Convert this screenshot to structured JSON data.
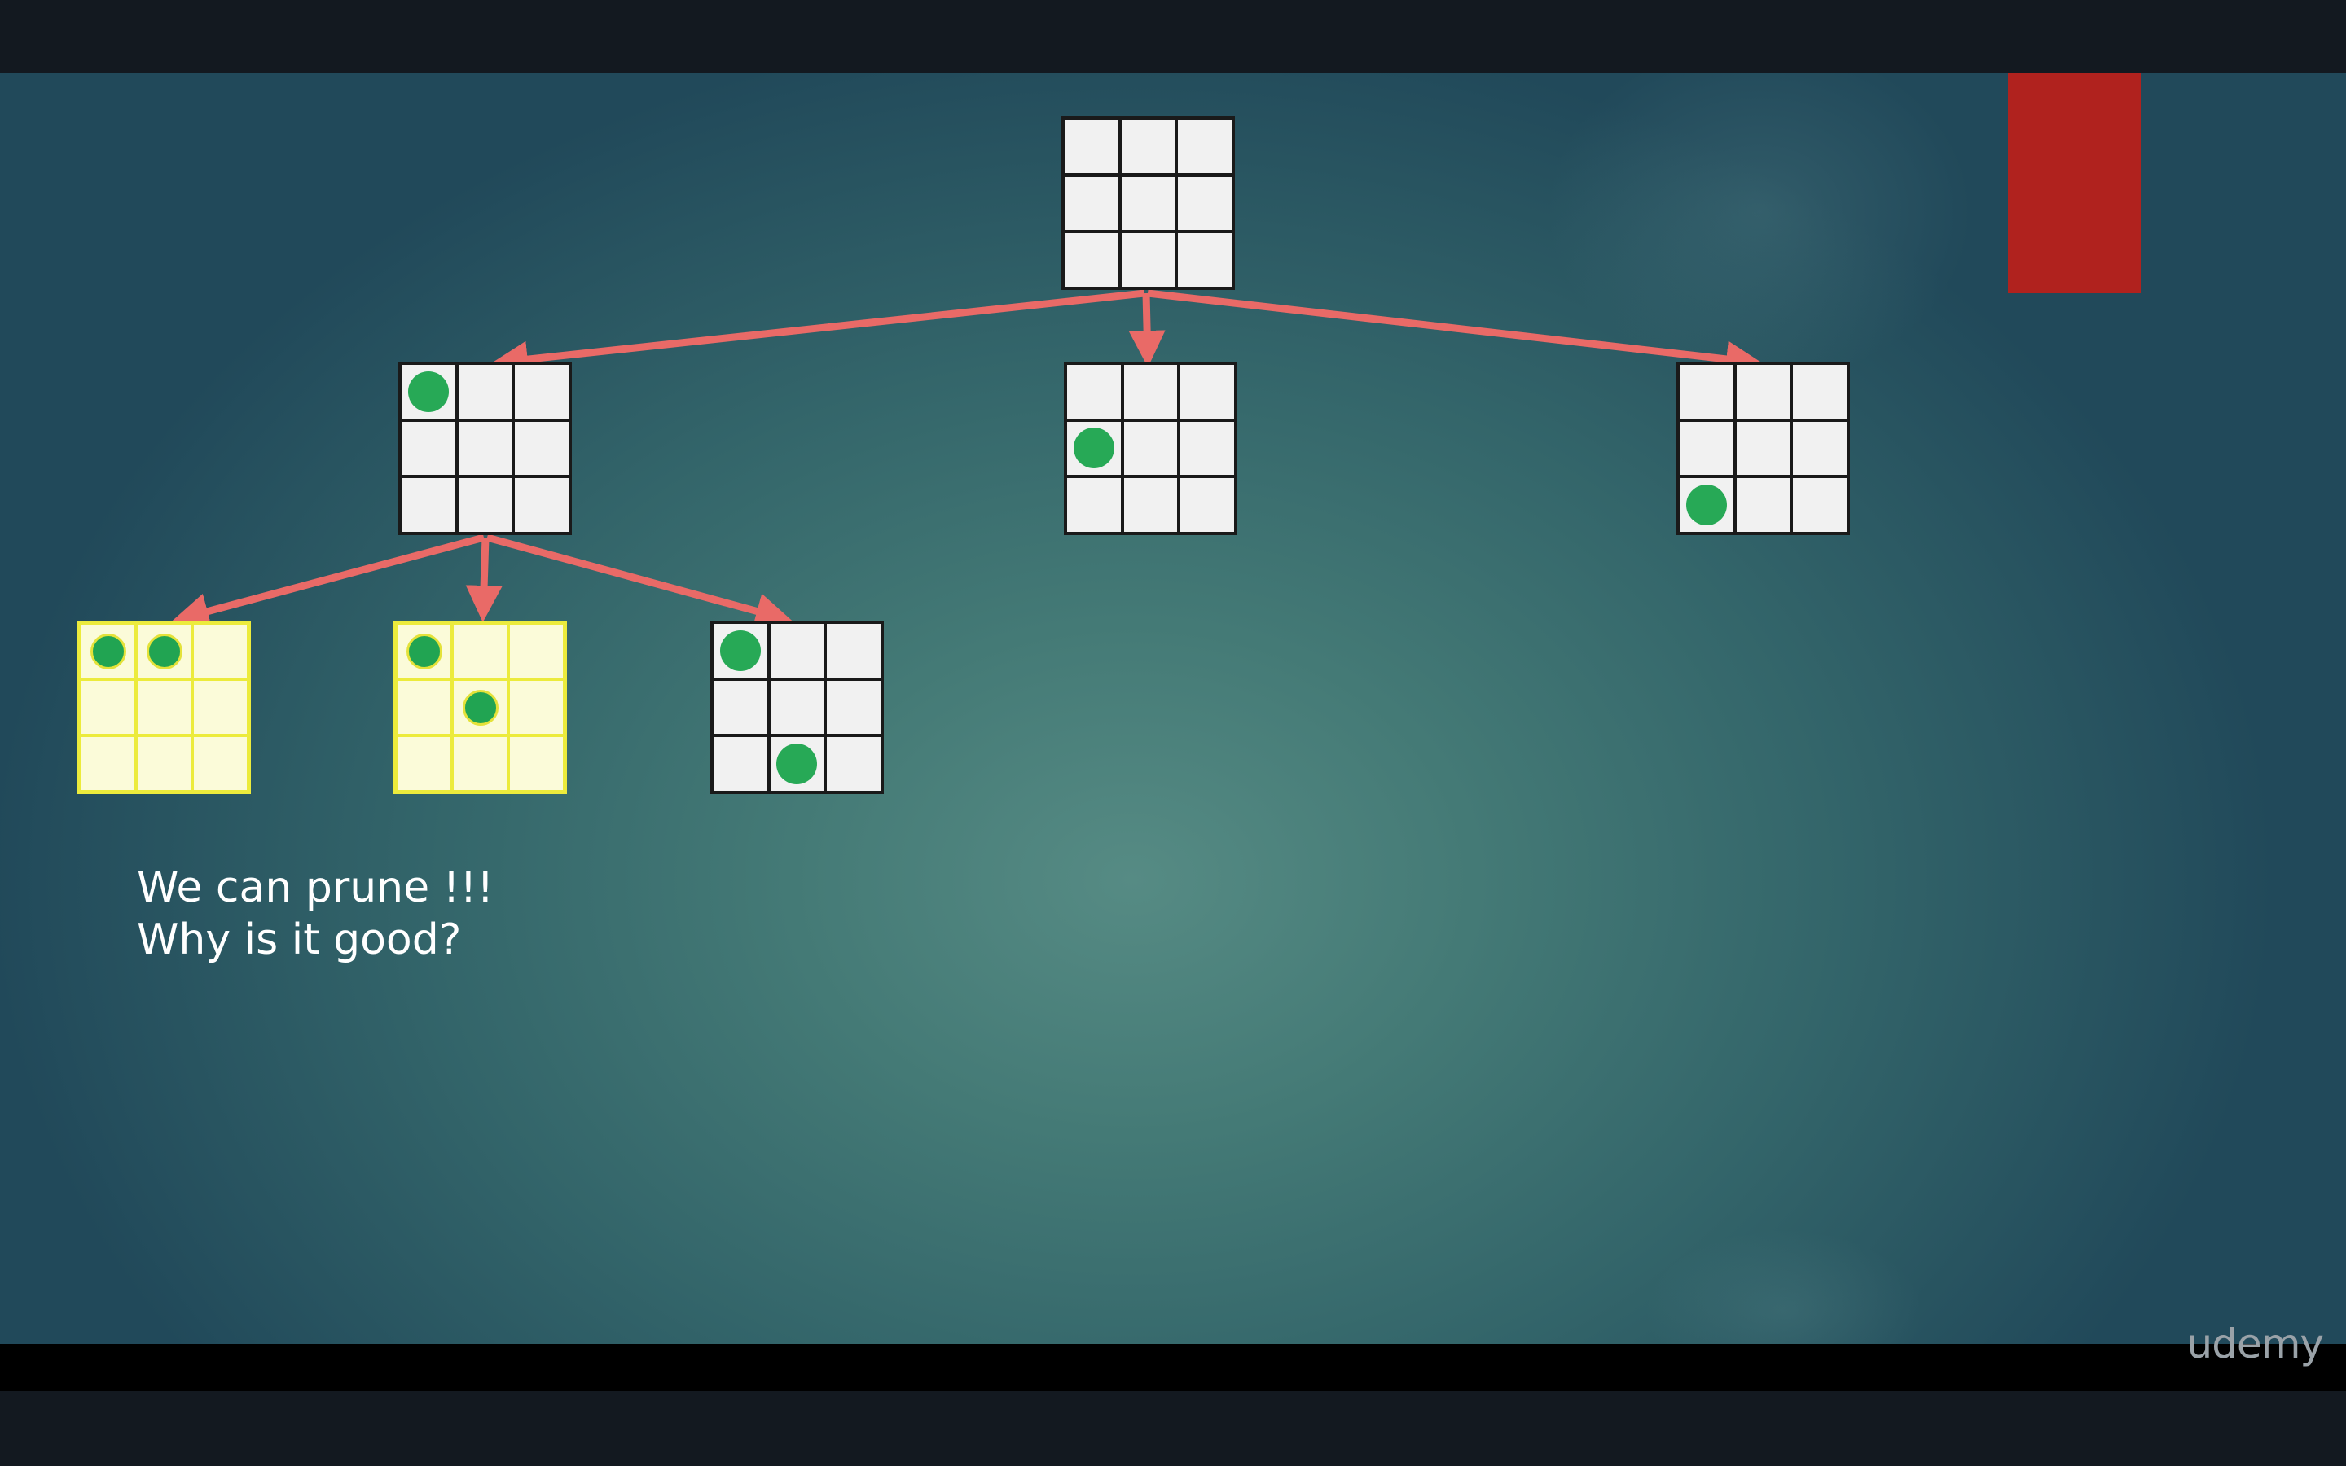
{
  "slide": {
    "note_line1": "We can prune !!!",
    "note_line2": "Why is it good?",
    "watermark": "udemy"
  },
  "colors": {
    "arrow": "#e96a67",
    "piece": "#27a956",
    "pruned_highlight": "#eceb3c",
    "red_block": "#b0221e"
  },
  "tree": {
    "root": {
      "cells": [
        "",
        "",
        "",
        "",
        "",
        "",
        "",
        "",
        ""
      ]
    },
    "level1": [
      {
        "cells": [
          "Q",
          "",
          "",
          "",
          "",
          "",
          "",
          "",
          ""
        ]
      },
      {
        "cells": [
          "",
          "",
          "",
          "Q",
          "",
          "",
          "",
          "",
          ""
        ]
      },
      {
        "cells": [
          "",
          "",
          "",
          "",
          "",
          "",
          "Q",
          "",
          ""
        ]
      }
    ],
    "level2": [
      {
        "cells": [
          "Q",
          "Q",
          "",
          "",
          "",
          "",
          "",
          "",
          ""
        ],
        "pruned": true
      },
      {
        "cells": [
          "Q",
          "",
          "",
          "",
          "Q",
          "",
          "",
          "",
          ""
        ],
        "pruned": true
      },
      {
        "cells": [
          "Q",
          "",
          "",
          "",
          "",
          "",
          "",
          "Q",
          ""
        ],
        "pruned": false
      }
    ]
  }
}
